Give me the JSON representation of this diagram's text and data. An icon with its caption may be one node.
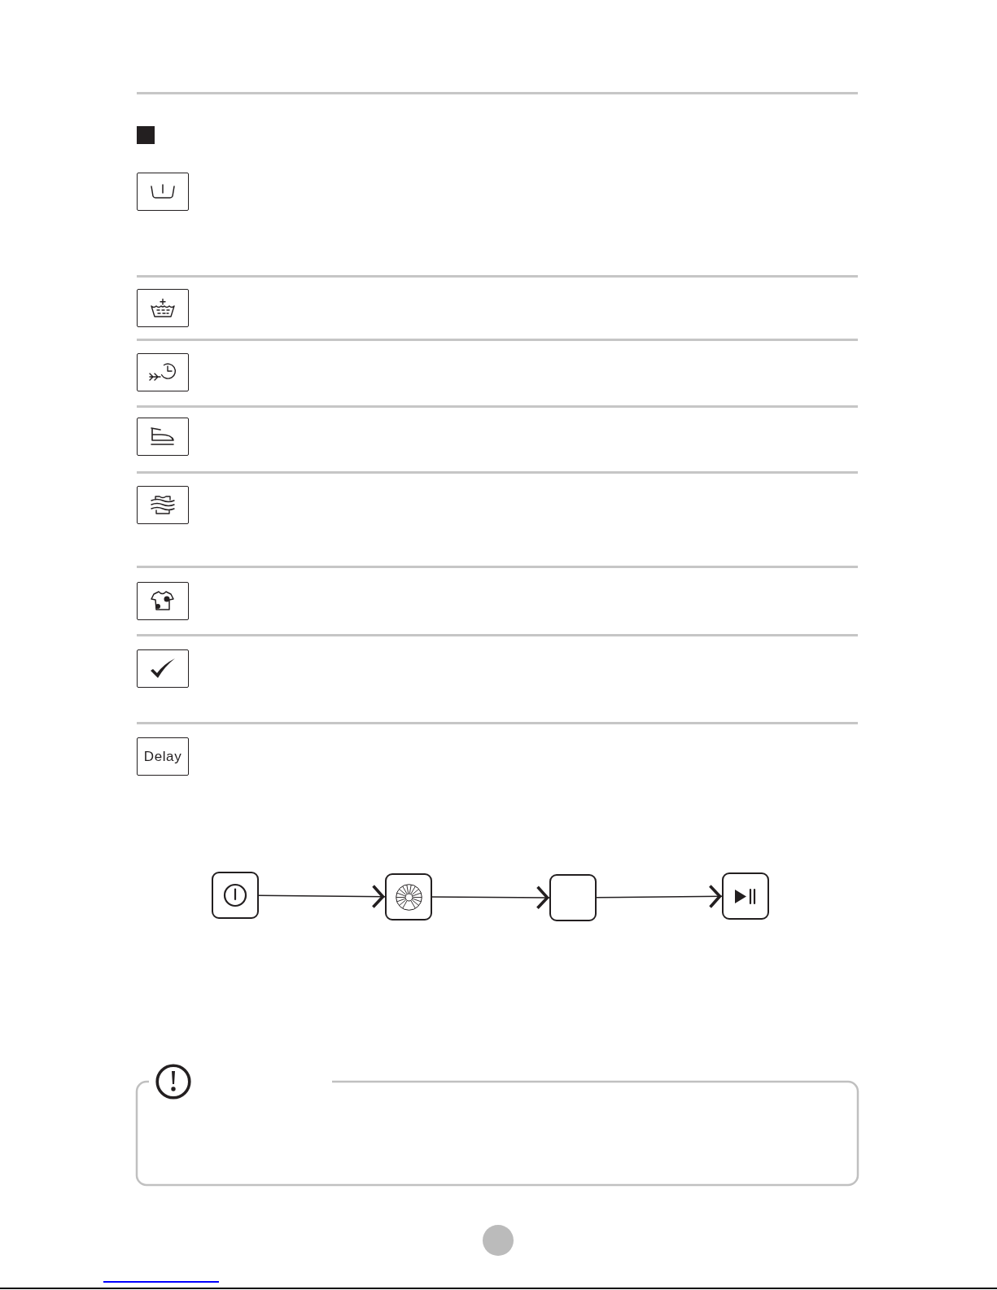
{
  "diagram": {
    "nodes": [
      {
        "text": [],
        "shape": "box"
      },
      {
        "text": [],
        "shape": "box"
      },
      {
        "text": [],
        "shape": "box"
      },
      {
        "text": [],
        "shape": "box"
      },
      {
        "text": [],
        "shape": "box"
      },
      {
        "text": [],
        "shape": "box"
      },
      {
        "text": [],
        "shape": "box"
      },
      {
        "text": [
          "Delay"
        ]
      },
      {
        "text": [],
        "shape": "box"
      },
      {
        "text": [],
        "shape": "box"
      },
      {
        "text": [],
        "shape": "box"
      },
      {
        "text": [],
        "shape": "box"
      }
    ],
    "edges": [
      {
        "from": 8,
        "to": 9,
        "arrow": "to"
      },
      {
        "from": 9,
        "to": 10,
        "arrow": "to"
      },
      {
        "from": 10,
        "to": 11,
        "arrow": "to"
      }
    ]
  }
}
